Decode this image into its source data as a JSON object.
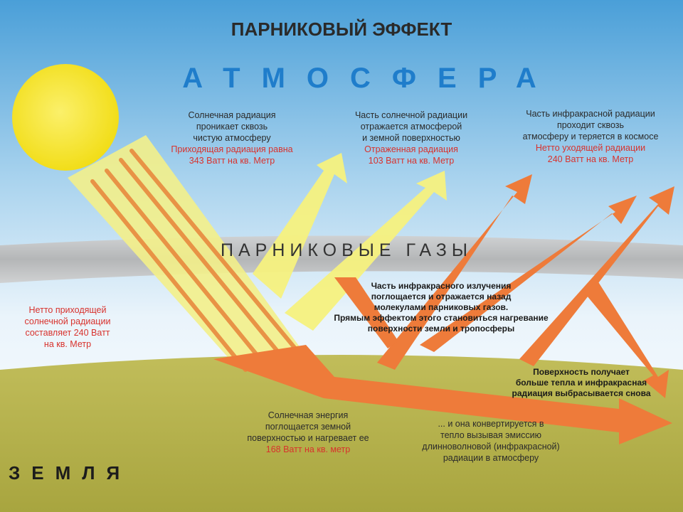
{
  "title": "ПАРНИКОВЫЙ ЭФФЕКТ",
  "atmosphere_label": "АТМОСФЕРА",
  "greenhouse_label": "ПАРНИКОВЫЕ  ГАЗЫ",
  "earth_label": "ЗЕМЛЯ",
  "labels": {
    "incoming": {
      "lines": [
        "Солнечная радиация",
        "проникает сквозь",
        "чистую атмосферу"
      ],
      "red_lines": [
        "Приходящая радиация равна",
        "343 Ватт на кв. Метр"
      ]
    },
    "reflected": {
      "lines": [
        "Часть солнечной радиации",
        "отражается атмосферой",
        "и земной поверхностью"
      ],
      "red_lines": [
        "Отраженная радиация",
        "103 Ватт на кв. Метр"
      ]
    },
    "outgoing": {
      "lines": [
        "Часть инфракрасной радиации",
        "проходит сквозь",
        "атмосферу и теряется в космосе"
      ],
      "red_lines": [
        "Нетто уходящей радиации",
        "240 Ватт на кв. Метр"
      ]
    },
    "net_incoming": {
      "red_lines": [
        "Нетто приходящей",
        "солнечной радиации",
        "составляет 240 Ватт",
        "на кв. Метр"
      ]
    },
    "absorbed_ir": {
      "bold_lines": [
        "Часть инфракрасного излучения",
        "поглощается и отражается назад",
        "молекулами парниковых газов.",
        "Прямым эффектом этого становиться нагревание",
        "поверхности земли и тропосферы"
      ]
    },
    "surface_gets": {
      "bold_lines": [
        "Поверхность получает",
        "больше тепла и инфракрасная",
        "радиация выбрасывается снова"
      ]
    },
    "absorbed_solar": {
      "lines": [
        "Солнечная энергия",
        "поглощается земной",
        "поверхностью и нагревает ее"
      ],
      "red_lines": [
        "168 Ватт на кв. метр"
      ]
    },
    "converted": {
      "lines": [
        "... и она конвертируется в",
        "тепло вызывая эмиссию",
        "длинноволновой (инфракрасной)",
        "радиации  в атмосферу"
      ]
    }
  },
  "colors": {
    "sky_top": "#4a9fd8",
    "sky_bottom": "#ffffff",
    "ground": "#b5b24a",
    "sun": "#f4e21a",
    "solar_beam": "#f3f08a",
    "infrared": "#ee7b3a",
    "greenhouse_band": "#b6b6b6",
    "atmosphere_text": "#1f7dcb",
    "value_text": "#d8322d"
  }
}
